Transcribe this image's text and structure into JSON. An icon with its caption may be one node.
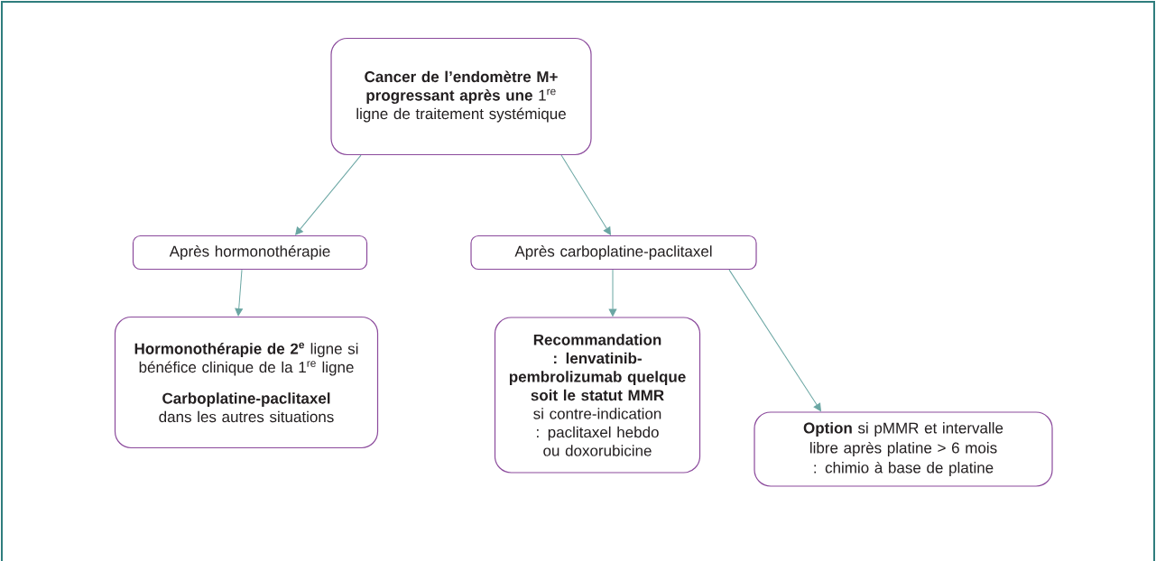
{
  "diagram": {
    "nodes": [
      {
        "text": [
          "**Cancer de l’endomètre M+ progressant après une** 1$^{re}$ ligne de traitement systémique"
        ]
      },
      {
        "text": [
          "Après hormonothérapie"
        ]
      },
      {
        "text": [
          "Après carboplatine-paclitaxel"
        ]
      },
      {
        "text": [
          "**Hormonothérapie de 2$^{e}$** ligne si bénéfice clinique de la 1$^{re}$ ligne",
          "**Carboplatine-paclitaxel** dans les autres situations"
        ]
      },
      {
        "text": [
          "**Recommandation : lenvatinib-pembrolizumab quelque soit le statut MMR** si contre-indication : paclitaxel hebdo ou doxorubicine"
        ]
      },
      {
        "text": [
          "**Option** si pMMR et intervalle libre après platine > 6 mois : chimio à base de platine"
        ]
      }
    ],
    "edges": [
      {
        "from": 0,
        "to": 1,
        "arrow": "to"
      },
      {
        "from": 0,
        "to": 2,
        "arrow": "to"
      },
      {
        "from": 1,
        "to": 3,
        "arrow": "to"
      },
      {
        "from": 2,
        "to": 4,
        "arrow": "to"
      },
      {
        "from": 2,
        "to": 5,
        "arrow": "to"
      }
    ]
  }
}
